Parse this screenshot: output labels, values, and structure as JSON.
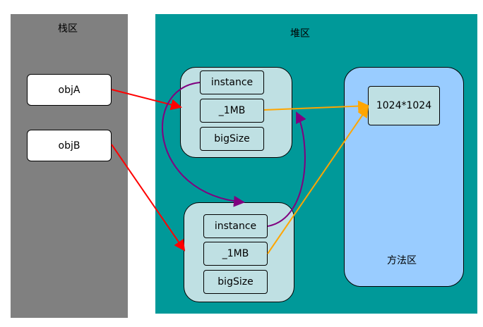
{
  "stack": {
    "title": "栈区",
    "refs": [
      "objA",
      "objB"
    ]
  },
  "heap": {
    "title": "堆区",
    "object_a": {
      "fields": [
        "instance",
        "_1MB",
        "bigSize"
      ]
    },
    "object_b": {
      "fields": [
        "instance",
        "_1MB",
        "bigSize"
      ]
    }
  },
  "method_area": {
    "title": "方法区",
    "constant": "1024*1024"
  },
  "colors": {
    "stack_bg": "#808080",
    "heap_bg": "#009999",
    "method_bg": "#99ccff",
    "object_bg": "#bfe0e3",
    "ref_arrow": "#ff0000",
    "instance_arrow": "#800080",
    "value_arrow": "#ffa500"
  }
}
